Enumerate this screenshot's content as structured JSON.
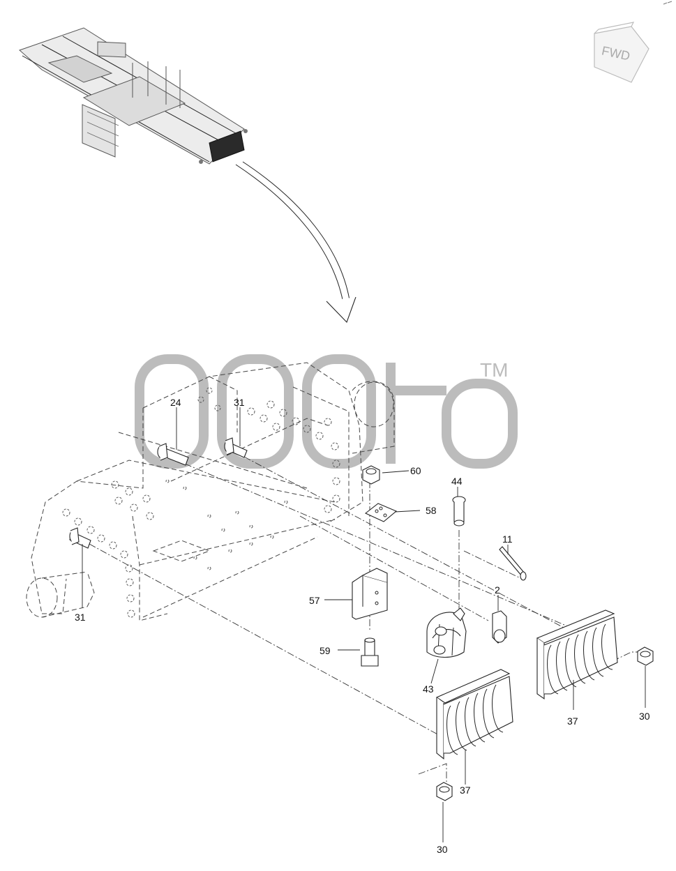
{
  "orientation": {
    "label": "FWD",
    "icon": "forward-direction-arrow-icon"
  },
  "watermark": {
    "text": "TM"
  },
  "callouts": {
    "c24": "24",
    "c31_top": "31",
    "c31_left": "31",
    "c60": "60",
    "c58": "58",
    "c44": "44",
    "c11": "11",
    "c2": "2",
    "c57": "57",
    "c59": "59",
    "c43": "43",
    "c37_right": "37",
    "c37_bottom": "37",
    "c30_right": "30",
    "c30_bottom": "30"
  }
}
